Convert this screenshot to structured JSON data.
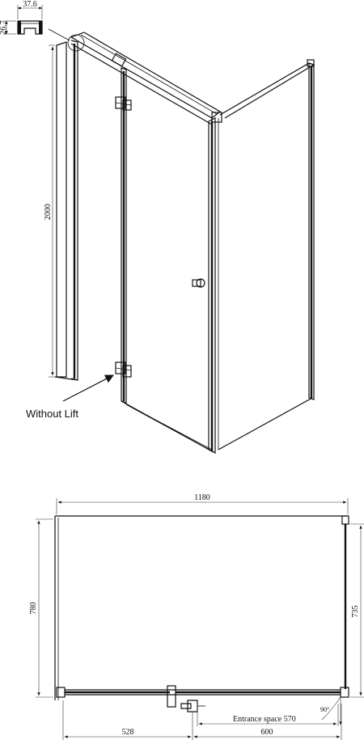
{
  "profile": {
    "width": "37.6",
    "height": "26.7"
  },
  "elevation": {
    "height": "2000",
    "callout": "Without Lift"
  },
  "plan": {
    "width": "1180",
    "depth": "780",
    "fixed_side": "735",
    "left_segment": "528",
    "right_segment": "600",
    "entrance": "Entrance space 570",
    "angle": "90°"
  }
}
